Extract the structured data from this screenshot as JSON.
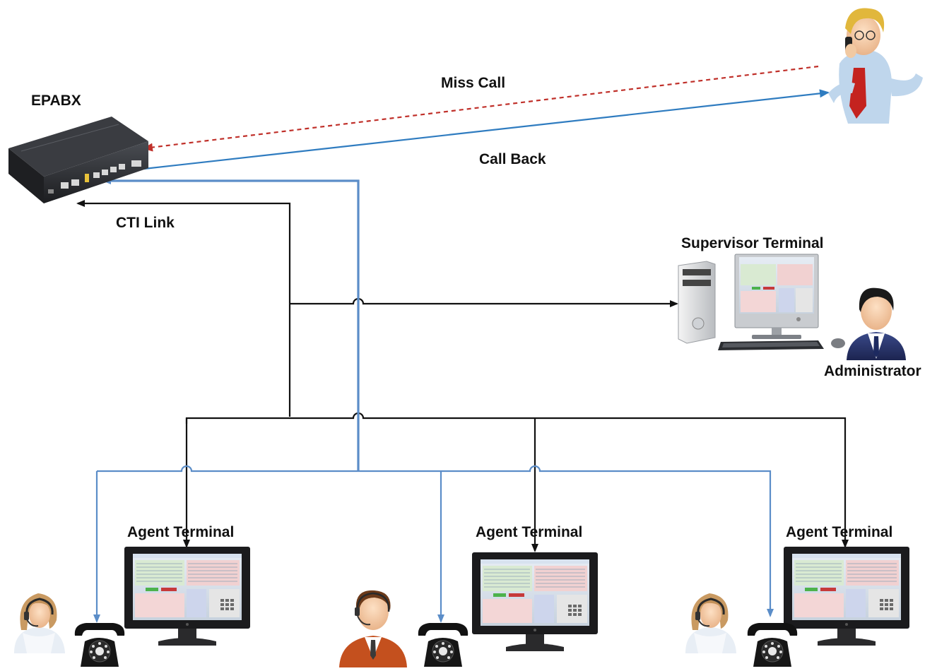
{
  "labels": {
    "epabx": "EPABX",
    "miss_call": "Miss Call",
    "call_back": "Call Back",
    "cti_link": "CTI Link",
    "supervisor_terminal": "Supervisor Terminal",
    "administrator": "Administrator",
    "agent_terminal_1": "Agent Terminal",
    "agent_terminal_2": "Agent Terminal",
    "agent_terminal_3": "Agent Terminal"
  },
  "colors": {
    "cti_line": "#111111",
    "voice_line": "#5b8dc8",
    "miss_call": "#c0302a",
    "call_back": "#2f7cc0"
  },
  "icons": [
    "epabx-device-icon",
    "caller-person-icon",
    "tower-pc-icon",
    "monitor-icon",
    "keyboard-icon",
    "mouse-icon",
    "administrator-icon",
    "agent-icon",
    "telephone-icon"
  ]
}
